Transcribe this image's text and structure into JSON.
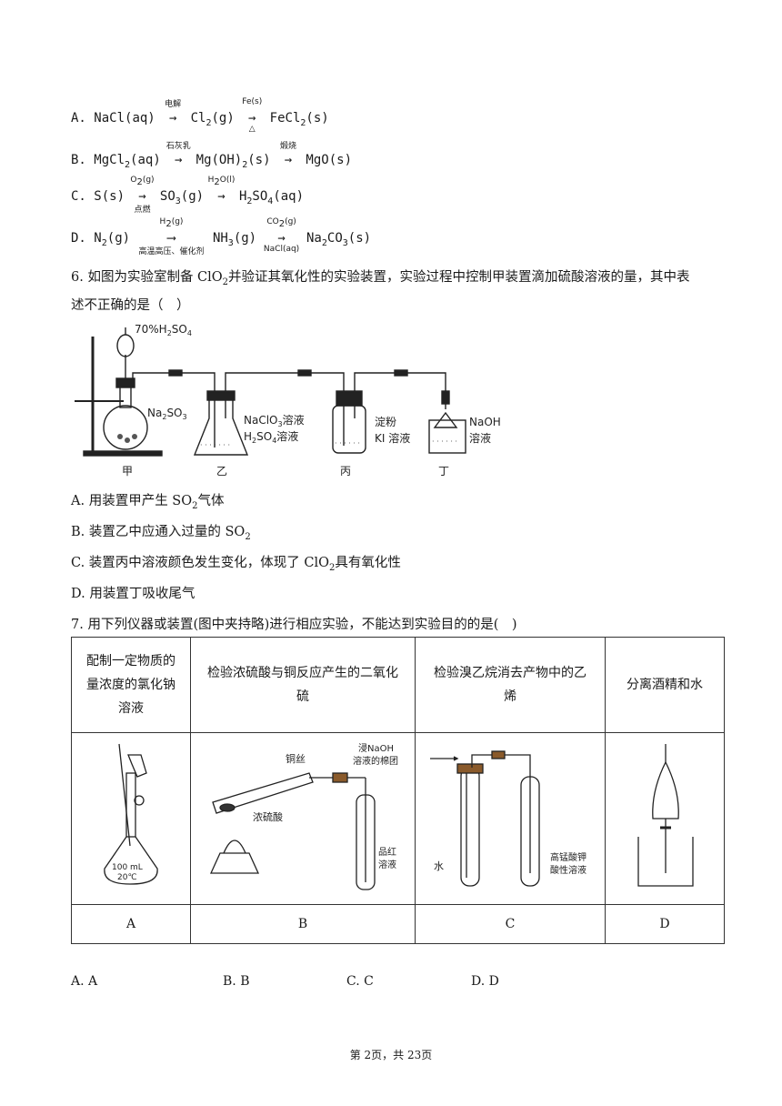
{
  "options5": {
    "A": {
      "label": "A.",
      "r1": "NaCl(aq)",
      "c1": "电解",
      "r2": "Cl",
      "r2sub": "2",
      "r2tail": "(g)",
      "c2a": "Fe(s)",
      "c2b": "△",
      "r3": "FeCl",
      "r3sub": "2",
      "r3tail": "(s)"
    },
    "B": {
      "label": "B.",
      "r1": "MgCl",
      "r1sub": "2",
      "r1tail": "(aq)",
      "c1": "石灰乳",
      "r2": "Mg(OH)",
      "r2sub": "2",
      "r2tail": "(s)",
      "c2": "煅烧",
      "r3": "MgO",
      "r3tail": "(s)"
    },
    "C": {
      "label": "C.",
      "r1": "S(s)",
      "c1a": "O",
      "c1asub": "2",
      "c1atail": "(g)",
      "c1b": "点燃",
      "r2": "SO",
      "r2sub": "3",
      "r2tail": "(g)",
      "c2": "H",
      "c2sub": "2",
      "c2tail": "O(l)",
      "r3": "H",
      "r3sub": "2",
      "r3mid": "SO",
      "r3sub2": "4",
      "r3tail": "(aq)"
    },
    "D": {
      "label": "D.",
      "r1": "N",
      "r1sub": "2",
      "r1tail": "(g)",
      "c1a": "H",
      "c1asub": "2",
      "c1atail": "(g)",
      "c1b": "高温高压、催化剂",
      "r2": "NH",
      "r2sub": "3",
      "r2tail": "(g)",
      "c2a": "CO",
      "c2asub": "2",
      "c2atail": "(g)",
      "c2b": "NaCl(aq)",
      "r3": "Na",
      "r3sub": "2",
      "r3mid": "CO",
      "r3sub2": "3",
      "r3tail": "(s)"
    }
  },
  "q6": {
    "line1a": "6. 如图为实验室制备 ClO",
    "line1sub": "2",
    "line1b": "并验证其氧化性的实验装置，实验过程中控制甲装置滴加硫酸溶液的量，其中表",
    "line2": "述不正确的是（　）",
    "figure": {
      "acid": "70%H",
      "acid_sub1": "2",
      "acid_mid": "SO",
      "acid_sub2": "4",
      "na2so3": "Na",
      "na2so3_sub": "2",
      "na2so3_tail": "SO",
      "na2so3_sub2": "3",
      "yi_l1": "NaClO",
      "yi_l1_sub": "3",
      "yi_l1_tail": "溶液",
      "yi_l2": "H",
      "yi_l2_sub": "2",
      "yi_l2_mid": "SO",
      "yi_l2_sub2": "4",
      "yi_l2_tail": "溶液",
      "bing_l1": "淀粉",
      "bing_l2": "KI 溶液",
      "ding_l1": "NaOH",
      "ding_l2": "溶液",
      "jia": "甲",
      "yi": "乙",
      "bing": "丙",
      "ding": "丁"
    },
    "A": {
      "pre": "A. 用装置甲产生 SO",
      "sub": "2",
      "post": "气体"
    },
    "B": {
      "pre": "B. 装置乙中应通入过量的 SO",
      "sub": "2",
      "post": ""
    },
    "C": {
      "pre": "C. 装置丙中溶液颜色发生变化，体现了 ClO",
      "sub": "2",
      "post": "具有氧化性"
    },
    "D": {
      "pre": "D. 用装置丁吸收尾气",
      "sub": "",
      "post": ""
    }
  },
  "q7": {
    "stem": "7. 用下列仪器或装置(图中夹持略)进行相应实验，不能达到实验目的的是(　)",
    "headers": [
      [
        "配制一定物质的",
        "量浓度的氯化钠",
        "溶液"
      ],
      [
        "检验浓硫酸与铜反应产生的二氧化",
        "硫"
      ],
      [
        "检验溴乙烷消去产物中的乙",
        "烯"
      ],
      [
        "分离酒精和水"
      ]
    ],
    "labels": [
      "A",
      "B",
      "C",
      "D"
    ],
    "figA": {
      "vol": "100 mL",
      "temp": "20℃"
    },
    "figB": {
      "wire": "铜丝",
      "cotton1": "浸NaOH",
      "cotton2": "溶液的棉团",
      "acid": "浓硫酸",
      "dye1": "品红",
      "dye2": "溶液"
    },
    "figC": {
      "water": "水",
      "kmno1": "高锰酸钾",
      "kmno2": "酸性溶液"
    },
    "answers": [
      "A. A",
      "B. B",
      "C. C",
      "D. D"
    ]
  },
  "footer": "第 2页，共 23页"
}
